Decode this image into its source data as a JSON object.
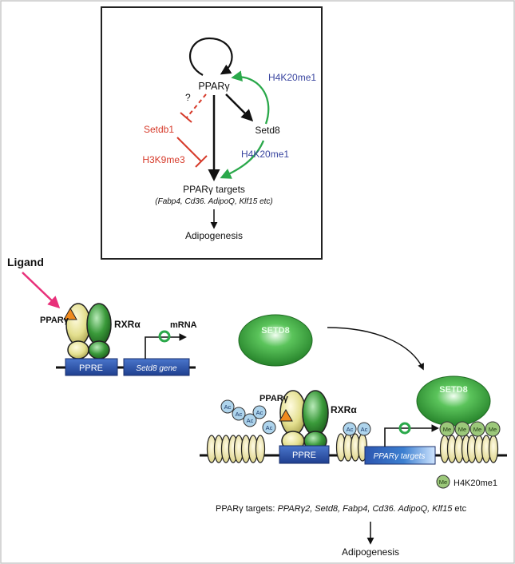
{
  "colors": {
    "frame": "#c8c8c8",
    "box_border": "#222222",
    "activation": "#2aa84a",
    "repression": "#d63a2a",
    "h4k20_label": "#3a46a0",
    "ligand_arrow": "#e8307a",
    "ppar_yellow": "#e3df8e",
    "rxr_green": "#3a9a3a",
    "ligand_triangle": "#f08a1e",
    "dna_box": "#2c56b0",
    "acetyl": "#aed4ec",
    "methyl": "#9cc87a",
    "nucleosome": "#f2eca6",
    "setd8_green": "#2f9a3a"
  },
  "pathway": {
    "ppar_label": "PPARγ",
    "question_mark": "?",
    "setdb1_label": "Setdb1",
    "h3k9me3_label": "H3K9me3",
    "setd8_label": "Setd8",
    "h4k20me1_top_label": "H4K20me1",
    "h4k20me1_mid_label": "H4K20me1",
    "targets_label": "PPARγ targets",
    "targets_genes": "(Fabp4, Cd36. AdipoQ, Klf15 etc)",
    "adipogenesis_label": "Adipogenesis"
  },
  "left_panel": {
    "ligand_label": "Ligand",
    "ppar_label": "PPARγ",
    "rxr_label": "RXRα",
    "mrna_label": "mRNA",
    "ppre_label": "PPRE",
    "gene_label": "Setd8 gene"
  },
  "right_panel": {
    "setd8_enzyme_label": "SETD8",
    "setd8_bound_label": "SETD8",
    "ppar_label": "PPARγ",
    "rxr_label": "RXRα",
    "ac_label": "Ac",
    "me_label": "Me",
    "ppre_label": "PPRE",
    "targets_box_label": "PPARγ targets",
    "legend_me": "Me",
    "legend_label": "H4K20me1",
    "targets_caption_prefix": "PPARγ targets: ",
    "targets_caption_genes": "PPARγ2, Setd8, Fabp4, Cd36. AdipoQ, Klf15",
    "targets_caption_suffix": " etc",
    "adipogenesis_label": "Adipogenesis"
  }
}
